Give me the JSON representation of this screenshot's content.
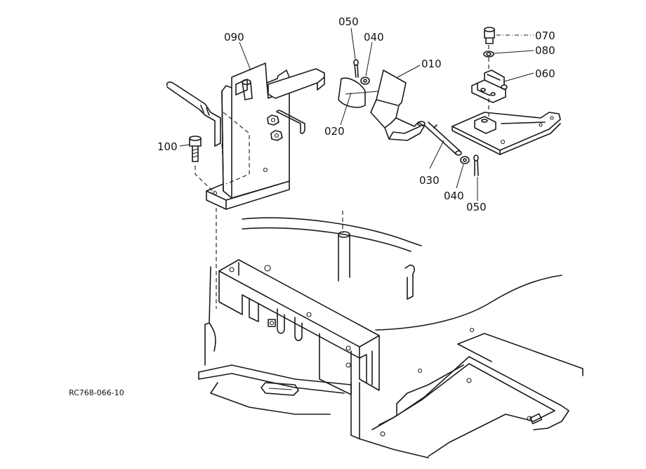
{
  "callouts": {
    "p090": "090",
    "p050a": "050",
    "p040a": "040",
    "p010": "010",
    "p020": "020",
    "p030": "030",
    "p040b": "040",
    "p050b": "050",
    "p070": "070",
    "p080": "080",
    "p060": "060",
    "p100": "100"
  },
  "drawing_ref": "RC768-066-10"
}
